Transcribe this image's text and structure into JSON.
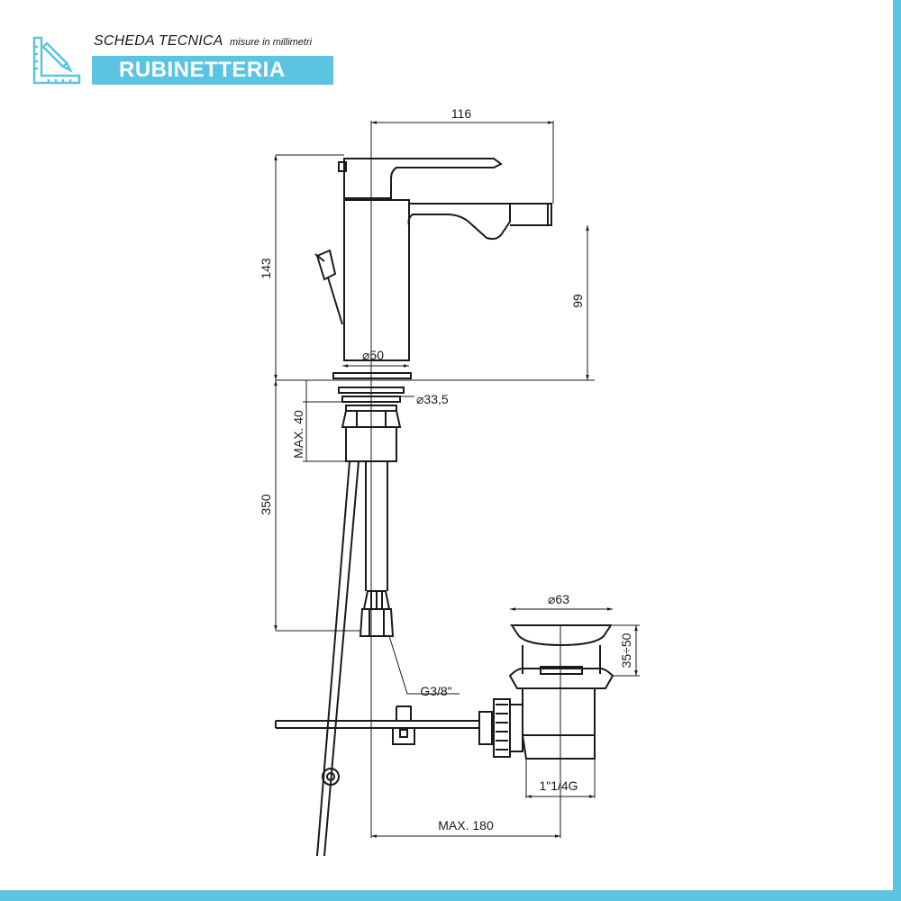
{
  "header": {
    "title": "SCHEDA TECNICA",
    "subtitle": "misure in millimetri",
    "category": "RUBINETTERIA",
    "icon": "ruler-pencil-icon",
    "accent_color": "#5bc4e1"
  },
  "dimensions": {
    "spout_reach": "116",
    "total_height": "143",
    "spout_height": "99",
    "base_diameter": "⌀50",
    "thread_diameter": "⌀33,5",
    "max_thickness": "MAX. 40",
    "hose_length": "350",
    "connection": "G3/8\"",
    "waste_diameter": "⌀63",
    "waste_range": "35÷50",
    "waste_thread": "1\"1/4G",
    "max_distance": "MAX. 180"
  }
}
